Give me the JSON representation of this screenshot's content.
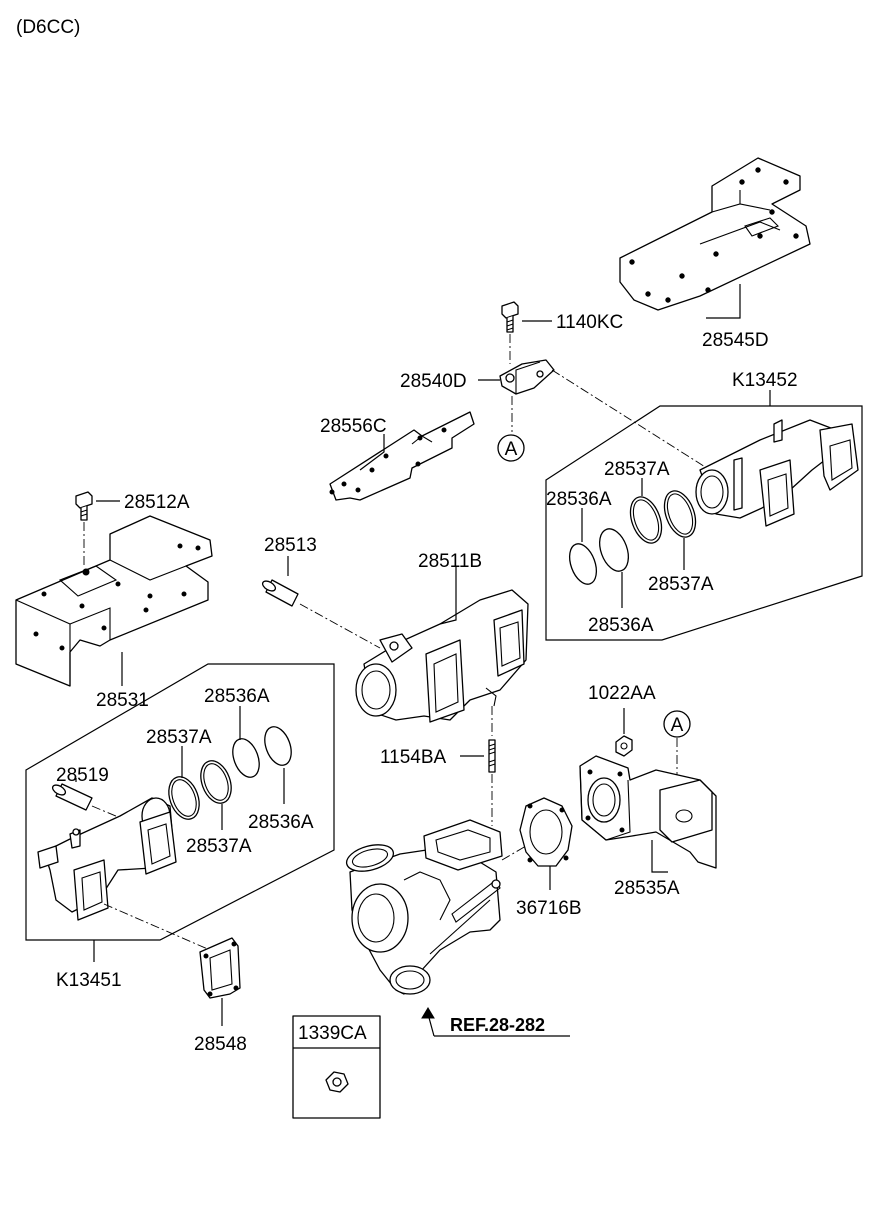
{
  "header": {
    "engine_code": "(D6CC)"
  },
  "parts": {
    "p_28545D": "28545D",
    "p_1140KC": "1140KC",
    "p_28540D": "28540D",
    "p_K13452": "K13452",
    "p_28556C": "28556C",
    "p_28537A_top1": "28537A",
    "p_28536A_top1": "28536A",
    "p_28537A_top2": "28537A",
    "p_28536A_top2": "28536A",
    "p_28512A": "28512A",
    "p_28513": "28513",
    "p_28511B": "28511B",
    "p_28531": "28531",
    "p_28536A_bot1": "28536A",
    "p_28537A_bot1": "28537A",
    "p_28519": "28519",
    "p_28536A_bot2": "28536A",
    "p_28537A_bot2": "28537A",
    "p_K13451": "K13451",
    "p_1022AA": "1022AA",
    "p_1154BA": "1154BA",
    "p_28535A": "28535A",
    "p_36716B": "36716B",
    "p_28548": "28548",
    "p_1339CA": "1339CA"
  },
  "refs": {
    "turbo_ref": "REF.28-282"
  },
  "markers": {
    "a1": "A",
    "a2": "A"
  }
}
